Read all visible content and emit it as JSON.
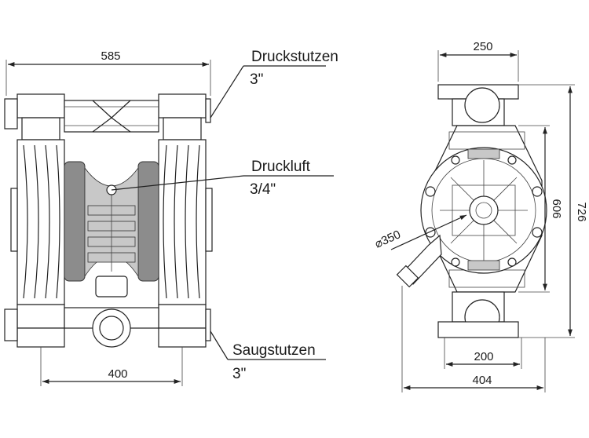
{
  "labels": {
    "pressure_port": "Druckstutzen",
    "pressure_port_size": "3\"",
    "air_inlet": "Druckluft",
    "air_inlet_size": "3/4\"",
    "suction_port": "Saugstutzen",
    "suction_port_size": "3\""
  },
  "dimensions": {
    "total_width": "585",
    "port_spacing": "400",
    "flange_width": "250",
    "height_inner": "606",
    "height_total": "726",
    "base_inner": "200",
    "base_total": "404",
    "diaphragm_diameter": "⌀350"
  }
}
